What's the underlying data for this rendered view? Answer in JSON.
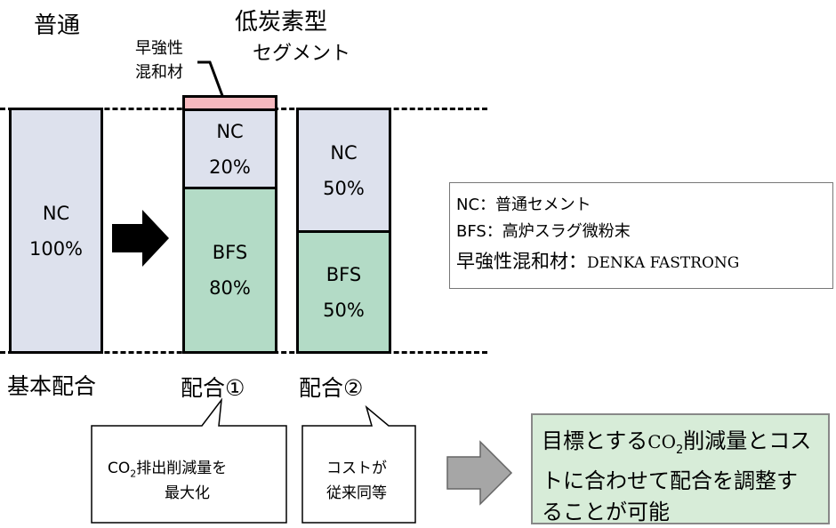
{
  "headings": {
    "standard": "普通",
    "low_carbon_line1": "低炭素型",
    "low_carbon_line2": "セグメント",
    "fastrong_line1": "早強性",
    "fastrong_line2": "混和材"
  },
  "columns": {
    "base": {
      "label": "基本配合",
      "nc_name": "NC",
      "nc_pct": "100%"
    },
    "mix1": {
      "label": "配合①",
      "nc_name": "NC",
      "nc_pct": "20%",
      "bfs_name": "BFS",
      "bfs_pct": "80%"
    },
    "mix2": {
      "label": "配合②",
      "nc_name": "NC",
      "nc_pct": "50%",
      "bfs_name": "BFS",
      "bfs_pct": "50%"
    }
  },
  "callouts": {
    "mix1_line1_prefix": "CO",
    "mix1_line1_sub": "2",
    "mix1_line1_suffix": "排出削減量を",
    "mix1_line2": "最大化",
    "mix2_line1": "コストが",
    "mix2_line2": "従来同等"
  },
  "legend": {
    "line1": "NC：普通セメント",
    "line2": "BFS：高炉スラグ微粉末",
    "line3_label": "早強性混和材：",
    "line3_value": "DENKA FASTRONG"
  },
  "goal": {
    "line1_prefix": "目標とする",
    "line1_co": "CO",
    "line1_sub": "2",
    "line1_suffix": "削減量とコス",
    "line2": "トに合わせて配合を調整す",
    "line3": "ることが可能"
  },
  "colors": {
    "nc": "#dde1ed",
    "bfs": "#b3dbc6",
    "fastrong": "#f6b9bf",
    "goal_bg": "#d7ecd8",
    "arrow_gray": "#a6a6a6"
  }
}
